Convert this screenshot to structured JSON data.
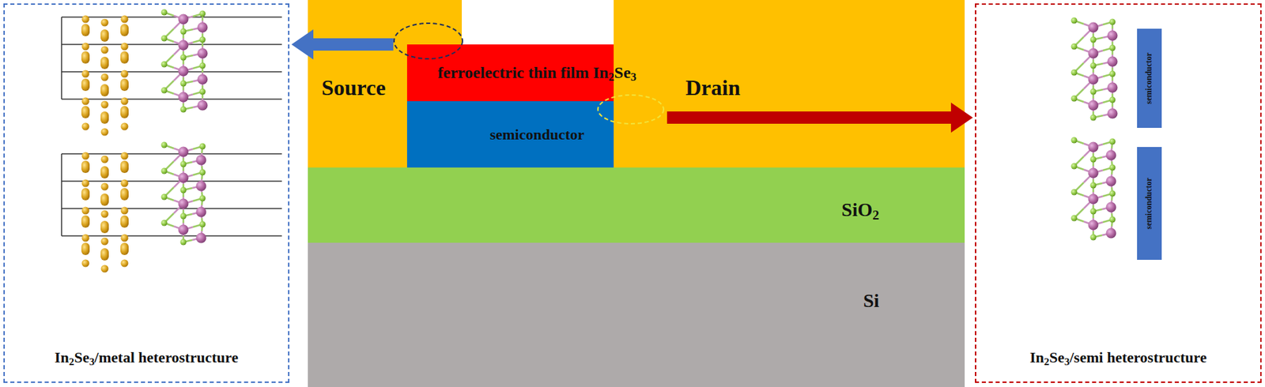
{
  "diagram": {
    "nodes": [
      {
        "text": [
          "In2Se3/metal heterostructure"
        ]
      },
      {
        "text": [
          "Source"
        ]
      },
      {
        "text": [
          "ferroelectric thin film In2Se3"
        ]
      },
      {
        "text": [
          "semiconductor"
        ]
      },
      {
        "text": [
          "Drain"
        ]
      },
      {
        "text": [
          "SiO2"
        ]
      },
      {
        "text": [
          "Si"
        ]
      },
      {
        "text": [
          "In2Se3/semi heterostructure"
        ]
      },
      {
        "text": [
          "semiconductor"
        ],
        "in": 7
      },
      {
        "text": [
          "semiconductor"
        ],
        "in": 7
      }
    ],
    "edges": [
      {
        "from": 1,
        "to": 0,
        "arrow": "to"
      },
      {
        "from": 4,
        "to": 7,
        "arrow": "to"
      }
    ]
  }
}
